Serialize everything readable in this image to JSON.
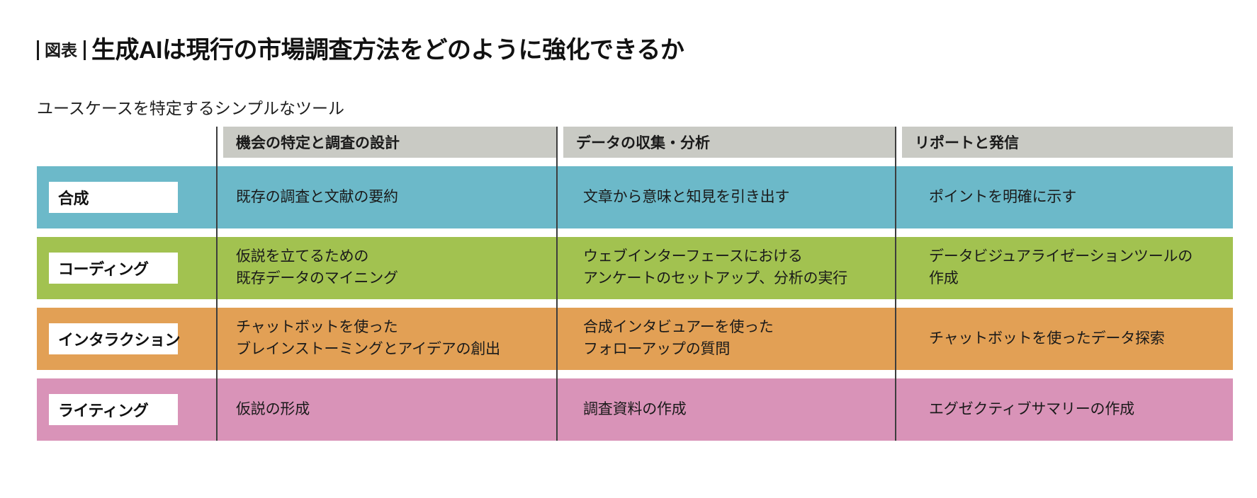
{
  "header": {
    "kicker": "図表",
    "title": "生成AIは現行の市場調査方法をどのように強化できるか",
    "subtitle": "ユースケースを特定するシンプルなツール"
  },
  "matrix": {
    "header_background": "#c9cac4",
    "divider_color": "#3d3d3d",
    "columns": [
      {
        "label": "機会の特定と調査の設計"
      },
      {
        "label": "データの収集・分析"
      },
      {
        "label": "リポートと発信"
      }
    ],
    "rows": [
      {
        "label": "合成",
        "color": "#6bb9c9",
        "cells": [
          [
            "既存の調査と文献の要約"
          ],
          [
            "文章から意味と知見を引き出す"
          ],
          [
            "ポイントを明確に示す"
          ]
        ]
      },
      {
        "label": "コーディング",
        "color": "#a3c martinez"
      }
    ]
  }
}
